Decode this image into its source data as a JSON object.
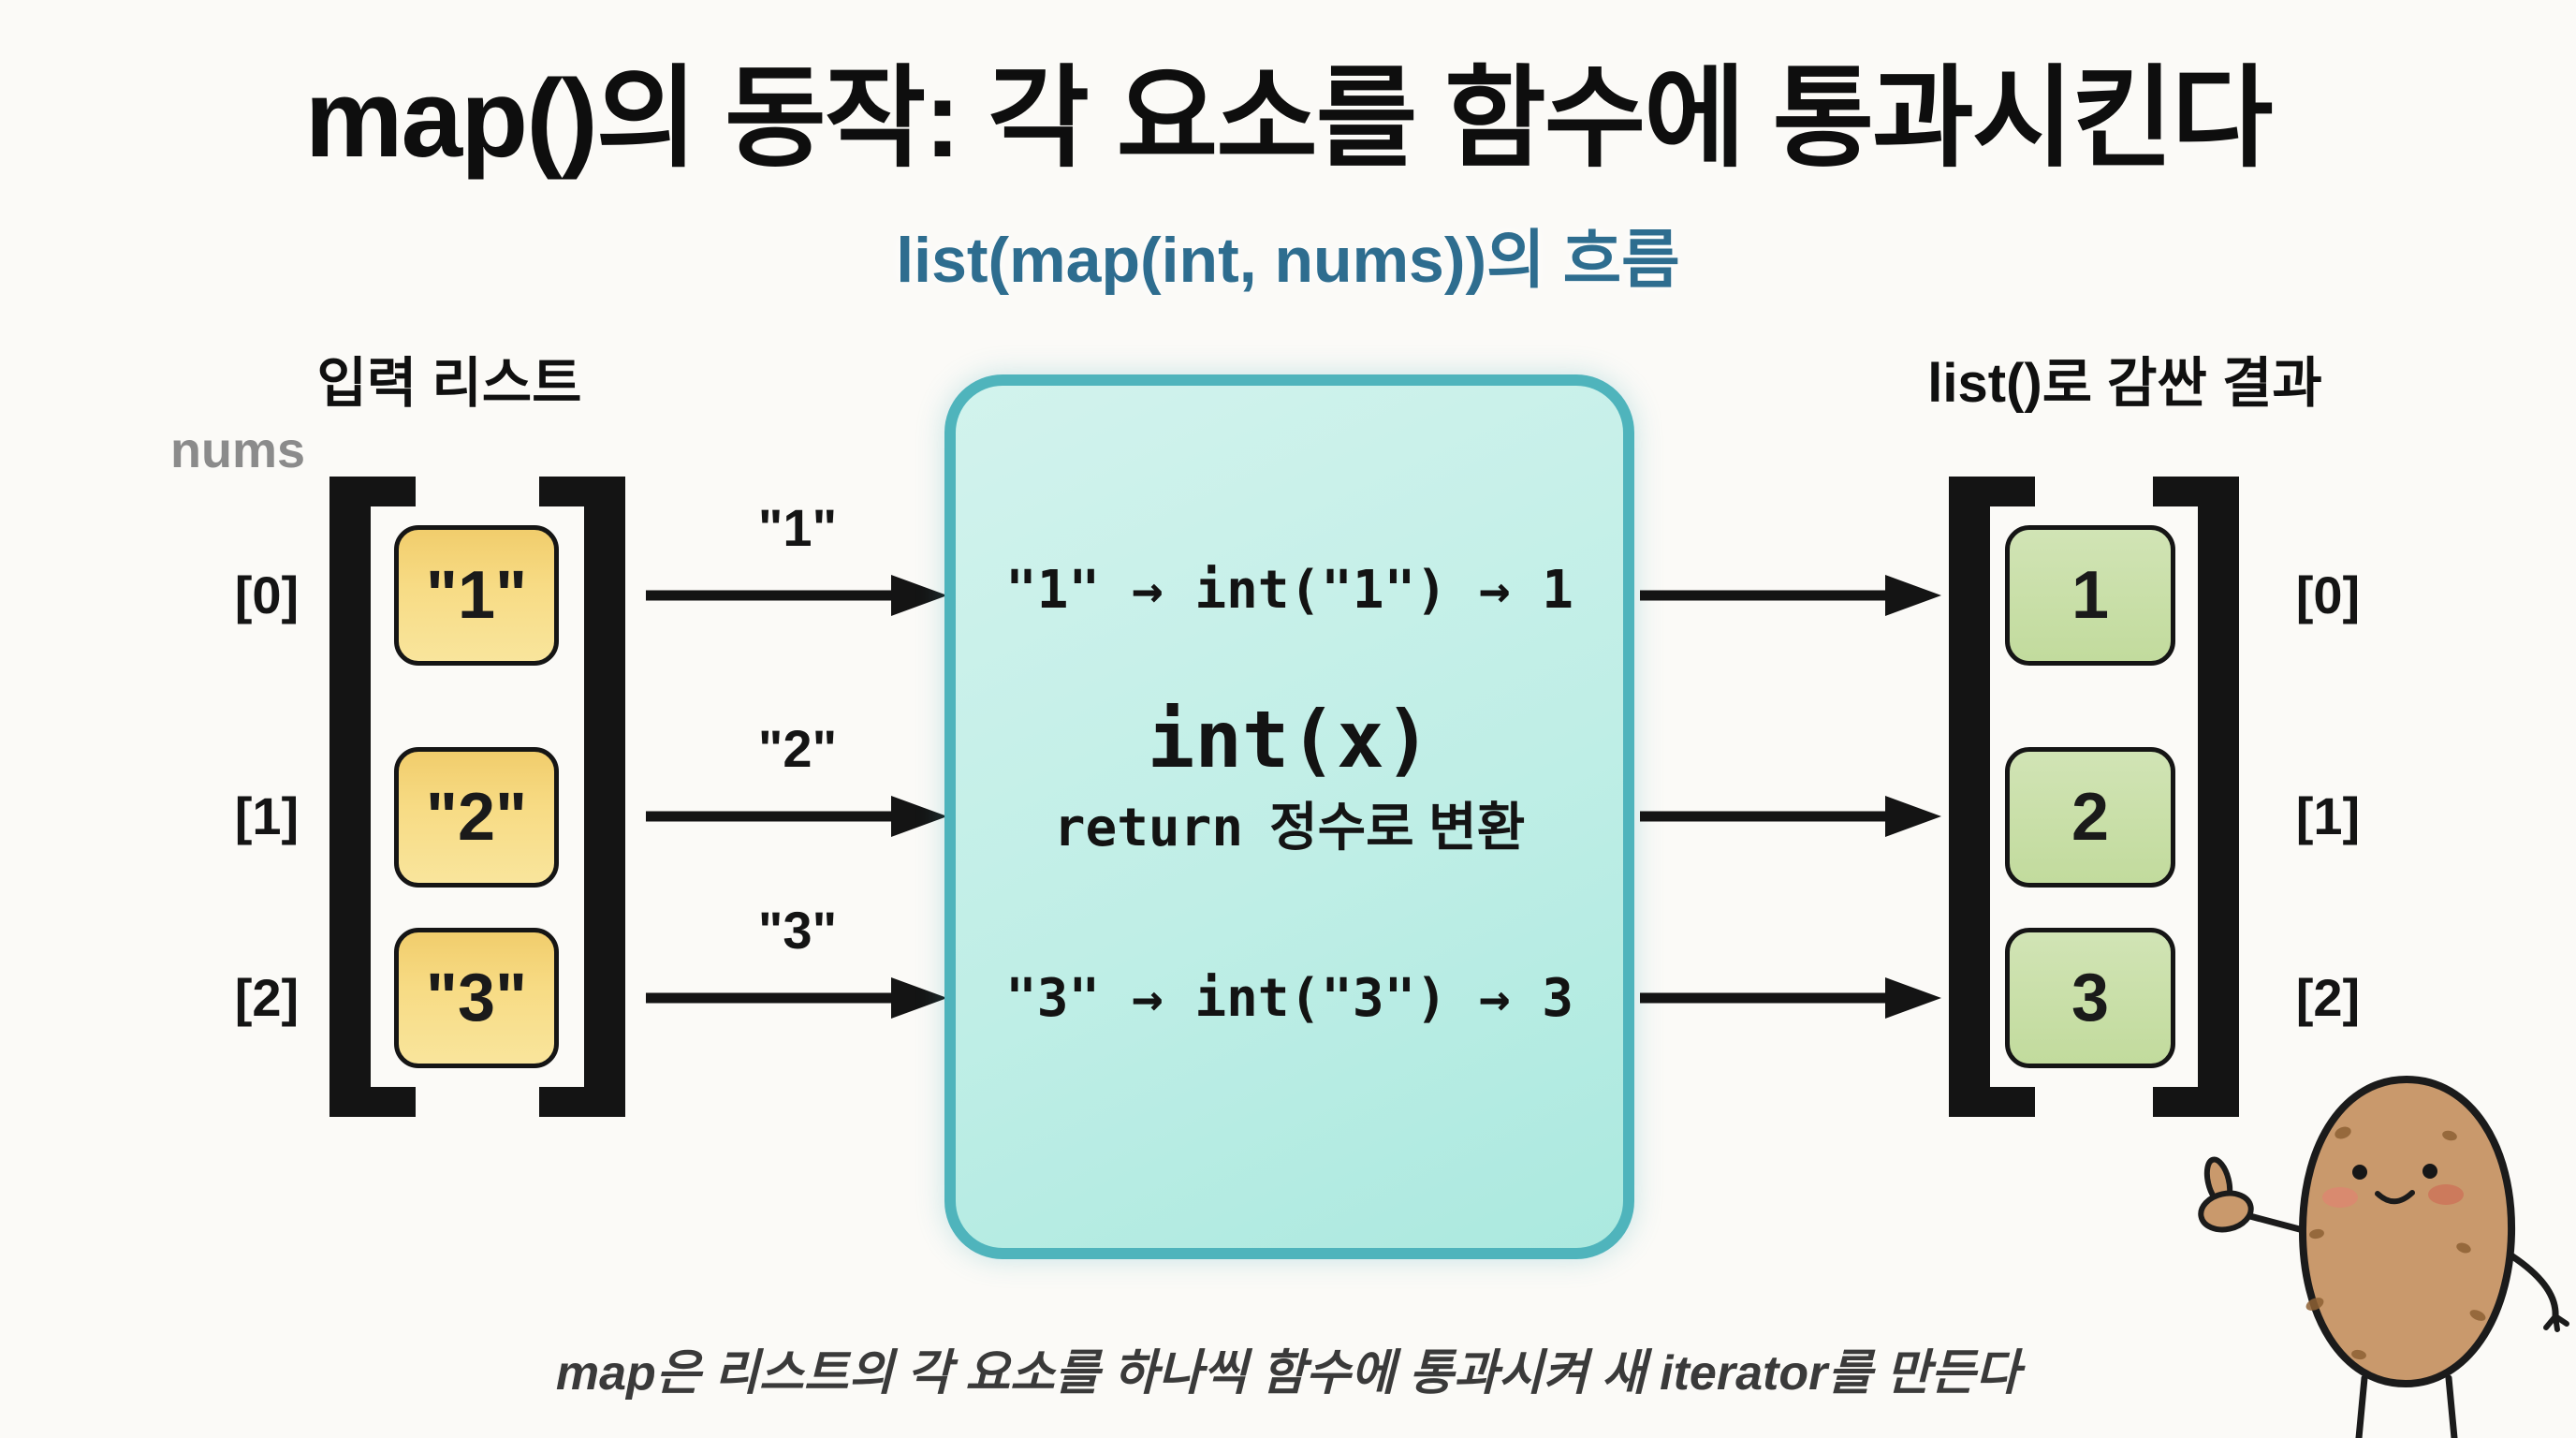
{
  "title": "map()의 동작: 각 요소를 함수에 통과시킨다",
  "subtitle": "list(map(int, nums))의 흐름",
  "input_section": {
    "header": "입력 리스트",
    "var_name": "nums",
    "items": [
      {
        "index": "[0]",
        "value": "\"1\""
      },
      {
        "index": "[1]",
        "value": "\"2\""
      },
      {
        "index": "[2]",
        "value": "\"3\""
      }
    ]
  },
  "flow_arrows": {
    "labels": [
      "\"1\"",
      "\"2\"",
      "\"3\""
    ]
  },
  "function_box": {
    "line_top": "\"1\" → int(\"1\") → 1",
    "name": "int(x)",
    "return_keyword": "return",
    "return_desc": "정수로 변환",
    "line_bottom": "\"3\" → int(\"3\") → 3"
  },
  "output_section": {
    "header": "list()로 감싼 결과",
    "items": [
      {
        "index": "[0]",
        "value": "1"
      },
      {
        "index": "[1]",
        "value": "2"
      },
      {
        "index": "[2]",
        "value": "3"
      }
    ]
  },
  "caption": "map은 리스트의 각 요소를 하나씩 함수에 통과시켜 새 iterator를 만든다",
  "mascot": "potato-thumbs-up",
  "colors": {
    "background": "#fbfaf7",
    "subtitle_blue": "#2e6d8f",
    "function_box_border": "#4fb4bc",
    "function_box_fill": "#bfeee6",
    "input_box_yellow": "#f6d87d",
    "output_box_green": "#c6dda2",
    "arrow_black": "#141414",
    "nums_gray": "#8b8b8b",
    "potato_body": "#c9996c"
  }
}
